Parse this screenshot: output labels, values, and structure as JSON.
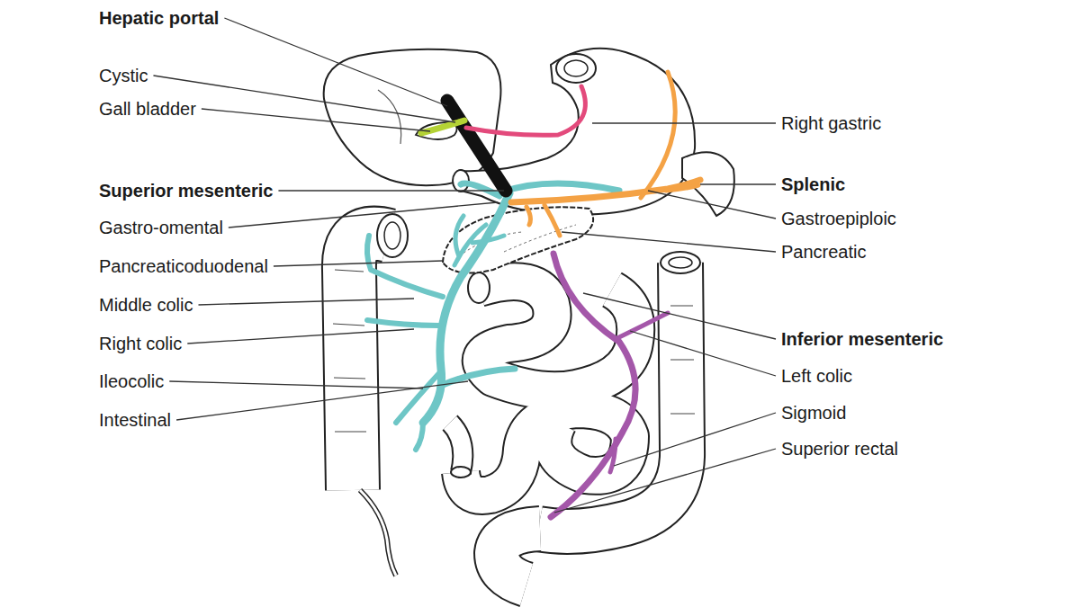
{
  "diagram": {
    "labels": [
      "Hepatic portal",
      "Cystic",
      "Gall bladder",
      "Superior mesenteric",
      "Gastro-omental",
      "Pancreaticoduodenal",
      "Middle colic",
      "Right colic",
      "Ileocolic",
      "Intestinal",
      "Right gastric",
      "Splenic",
      "Gastroepiploic",
      "Pancreatic",
      "Inferior mesenteric",
      "Left colic",
      "Sigmoid",
      "Superior rectal"
    ]
  }
}
